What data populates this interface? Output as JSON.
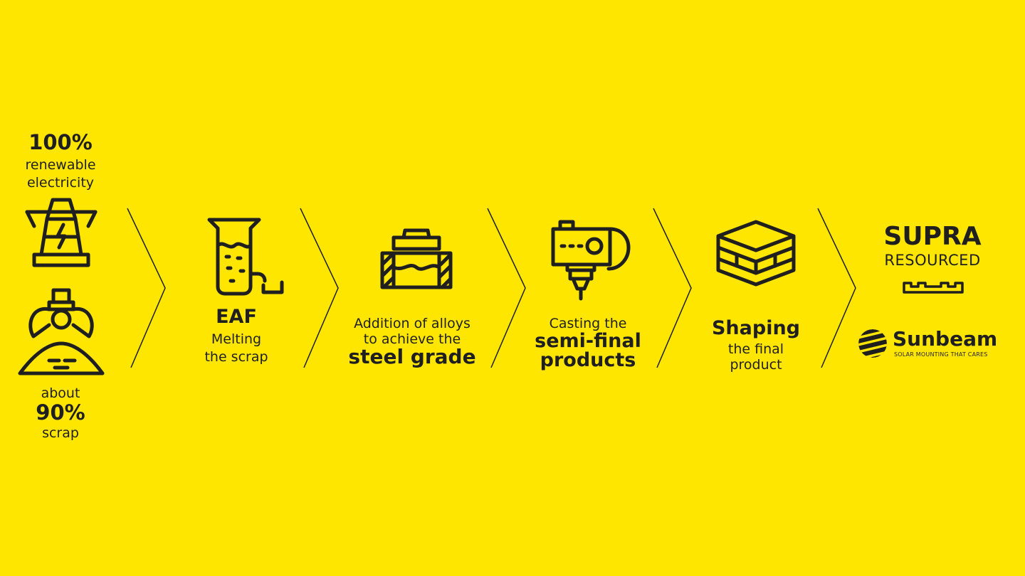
{
  "step_input": {
    "electricity_value": "100%",
    "electricity_label_1": "renewable",
    "electricity_label_2": "electricity",
    "scrap_label_1": "about",
    "scrap_value": "90%",
    "scrap_label_2": "scrap"
  },
  "step_eaf": {
    "title": "EAF",
    "line_1": "Melting",
    "line_2": "the scrap"
  },
  "step_alloys": {
    "line_1": "Addition of alloys",
    "line_2": "to achieve the",
    "bold": "steel grade"
  },
  "step_casting": {
    "line_1": "Casting the",
    "bold_1": "semi-final",
    "bold_2": "products"
  },
  "step_shaping": {
    "bold": "Shaping",
    "line_1": "the final",
    "line_2": "product"
  },
  "step_result": {
    "brand_title": "SUPRA",
    "brand_subtitle": "RESOURCED",
    "logo_name": "Sunbeam",
    "logo_tagline": "SOLAR MOUNTING THAT CARES"
  },
  "colors": {
    "background": "#FFE600",
    "ink": "#1f1f1f"
  },
  "icons": [
    "power-pylon-icon",
    "scrap-grab-icon",
    "furnace-crucible-icon",
    "alloy-ladle-icon",
    "casting-machine-icon",
    "stacked-layers-icon",
    "supra-profile-icon",
    "sunbeam-logo-icon"
  ]
}
